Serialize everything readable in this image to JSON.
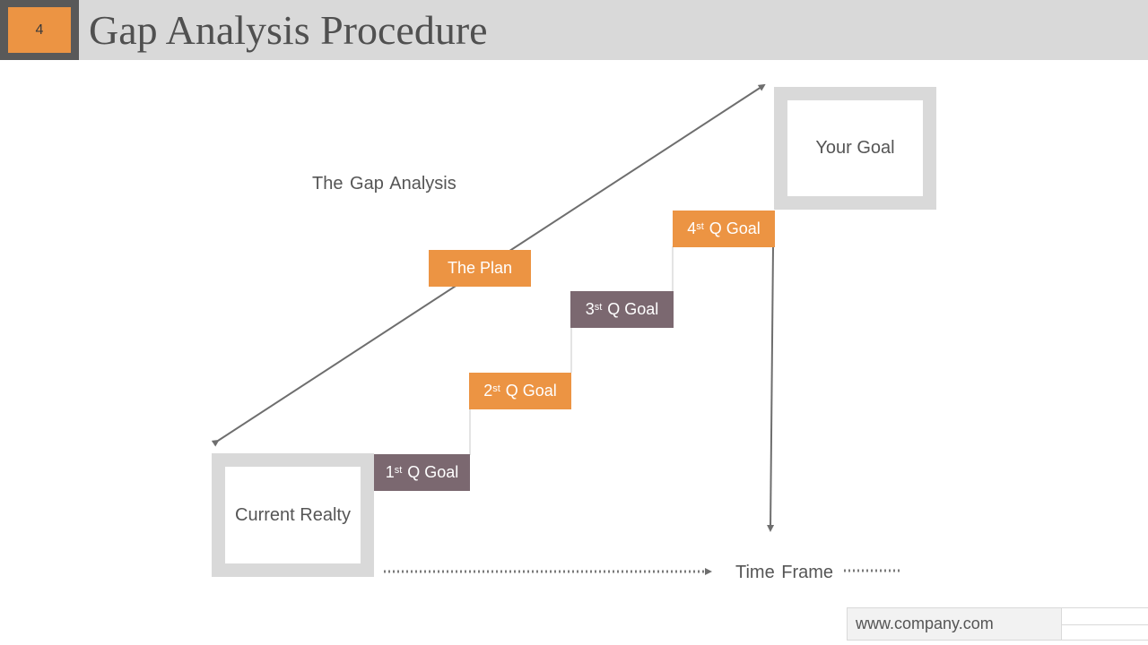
{
  "header": {
    "slide_number": "4",
    "title": "Gap Analysis Procedure"
  },
  "diagram": {
    "gap_analysis_label": "The Gap Analysis",
    "plan_label": "The Plan",
    "current_label": "Current Realty",
    "goal_label": "Your Goal",
    "time_frame_label": "Time Frame",
    "steps": [
      {
        "num": "1",
        "sup": "st",
        "text": " Q Goal"
      },
      {
        "num": "2",
        "sup": "st",
        "text": " Q Goal"
      },
      {
        "num": "3",
        "sup": "st",
        "text": " Q Goal"
      },
      {
        "num": "4",
        "sup": "st",
        "text": " Q Goal"
      }
    ]
  },
  "footer": {
    "website": "www.company.com"
  },
  "colors": {
    "accent_orange": "#ec9443",
    "accent_mauve": "#7b6870",
    "frame_gray": "#d9d9d9",
    "dark_gray": "#595959"
  }
}
